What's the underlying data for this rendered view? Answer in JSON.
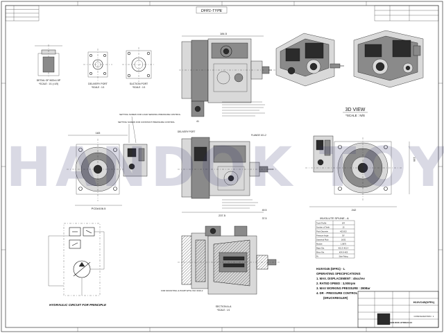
{
  "header": {
    "type_label": "DFR1-TYPE"
  },
  "watermark": {
    "text": "HANDOK TOY"
  },
  "view_3d": {
    "title": "3D VIEW",
    "scale": "*SCALE : N/S"
  },
  "details": {
    "spline_label": "DETAIL OF M22x1.5P",
    "spline_scale": "*SCALE : 1/1 (=1/5)",
    "delivery_label": "DELIVERY PORT",
    "delivery_scale": "*SCALE : 1/1",
    "suction_label": "SUCTION PORT",
    "suction_scale": "*SCALE : 1/1",
    "delivery_port_label": "DELIVERY PORT",
    "flange_label": "FLANGE 101-2",
    "mounting_label": "FOR MOUNTING & PUMP WITH ISO 3019-2",
    "section_label": "SECTION A-A",
    "section_scale": "*SCALE : 1/1",
    "hydraulic_label": "HYDRAULIC CIRCUIT FOR PRINCIPLE",
    "screw_note_1": "SETTING SCREW FOR LOAD SENSING PRESSURE CONTROL",
    "screw_note_2": "SETTING SCREW FOR CONSTANT PRESSURE CONTROL"
  },
  "dimensions": {
    "top_width": "184.5",
    "front_width": "183",
    "front_bottom": "PCD#106.5",
    "side_width": "237.5",
    "right_width": "242",
    "right_height": "138",
    "small_1": "41",
    "small_2": "37.5",
    "small_3": "49.5"
  },
  "spline": {
    "title": "INVOLUTE SPLINE - A",
    "rows": [
      {
        "label": "Tooth Profile",
        "value": "W4"
      },
      {
        "label": "Number of Teeth",
        "value": "15"
      },
      {
        "label": "Pitch Diameter",
        "value": "#23.813"
      },
      {
        "label": "Pressure Angle",
        "value": "30°"
      },
      {
        "label": "Diametral Pitch",
        "value": "16/32"
      },
      {
        "label": "Module",
        "value": "1.5875"
      },
      {
        "label": "Major Dia.",
        "value": "#21.3~#21.4"
      },
      {
        "label": "Minor Dia.",
        "value": "#24.8~#25"
      },
      {
        "label": "Fit",
        "value": "Side Fitting"
      }
    ]
  },
  "specs": {
    "model": "H10VO45 (DFR1) - L",
    "heading": "OPERATING SPECIFICATIONS",
    "items": [
      "1. MAX. DISPLACEMENT : 45cc/rev",
      "2. RATED SPEED : 3,000rpm",
      "3. MAX WORKING PRESSURE : 280Bar",
      "4. DR - PRESSURE CONTROL",
      "(DRUCKREGLER)"
    ]
  },
  "title_block": {
    "company": "HAN DOK HYDRAULIC",
    "drawing": "H10VO45(DFR1)",
    "sub": "CONFIGURATION : 1"
  }
}
